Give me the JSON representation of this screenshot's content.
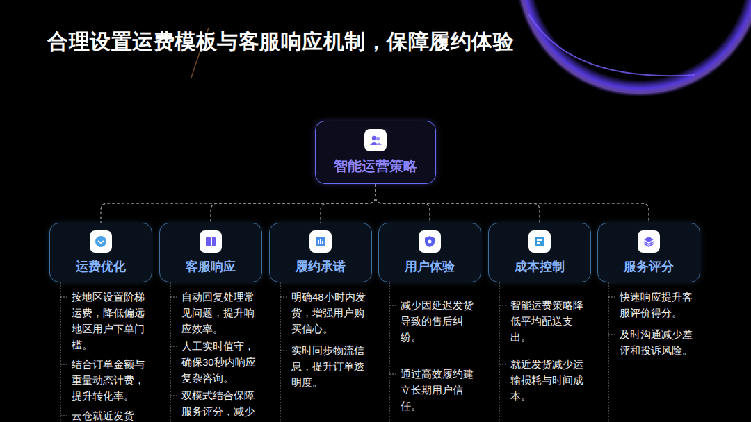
{
  "diagram": {
    "title": "合理设置运费模板与客服响应机制，保障履约体验",
    "nodes": [
      {
        "text": [
          "智能运营策略"
        ]
      },
      {
        "text": [
          "运费优化"
        ]
      },
      {
        "text": [
          "客服响应"
        ]
      },
      {
        "text": [
          "履约承诺"
        ]
      },
      {
        "text": [
          "用户体验"
        ]
      },
      {
        "text": [
          "成本控制"
        ]
      },
      {
        "text": [
          "服务评分"
        ]
      }
    ],
    "edges": [
      {
        "from": 0,
        "to": 1,
        "arrow": "none"
      },
      {
        "from": 0,
        "to": 2,
        "arrow": "none"
      },
      {
        "from": 0,
        "to": 3,
        "arrow": "none"
      },
      {
        "from": 0,
        "to": 4,
        "arrow": "none"
      },
      {
        "from": 0,
        "to": 5,
        "arrow": "none"
      },
      {
        "from": 0,
        "to": 6,
        "arrow": "none"
      }
    ],
    "labels": [
      "按地区设置阶梯运费，降低偏远地区用户下单门槛。",
      "结合订单金额与重量动态计费，提升转化率。",
      "云仓就近发货",
      "自动回复处理常见问题，提升响应效率。",
      "人工实时值守，确保30秒内响应复杂咨询。",
      "双模式结合保障服务评分，减少",
      "明确48小时内发货，增强用户购买信心。",
      "实时同步物流信息，提升订单透明度。",
      "减少因延迟发货导致的售后纠纷。",
      "通过高效履约建立长期用户信任。",
      "智能运费策略降低平均配送支出。",
      "就近发货减少运输损耗与时间成本。",
      "快速响应提升客服评价得分。",
      "及时沟通减少差评和投诉风险。"
    ]
  }
}
